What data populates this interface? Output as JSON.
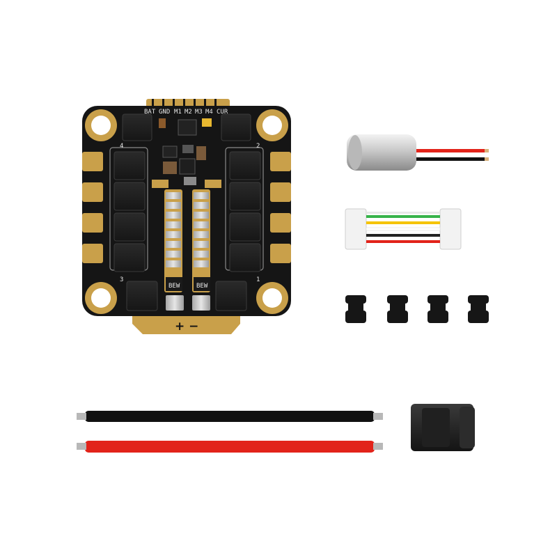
{
  "esc_board": {
    "pin_labels": [
      "BAT",
      "GND",
      "M1",
      "M2",
      "M3",
      "M4",
      "CUR"
    ],
    "corner_numbers": [
      "4",
      "2",
      "3",
      "1"
    ],
    "power_symbols": "+ −",
    "chip_marks": [
      "BEW",
      "BEW"
    ]
  },
  "colors": {
    "pcb": "#151515",
    "gold_pad": "#c9a04a",
    "wire_red": "#e2231a",
    "wire_black": "#111111",
    "harness": [
      "#e8e8e8",
      "#37b34a",
      "#f5c400",
      "#ffffff",
      "#222222",
      "#e2231a"
    ]
  },
  "accessories": {
    "capacitor": "capacitor",
    "connector": "xt60-plug",
    "grommet_count": 4
  }
}
